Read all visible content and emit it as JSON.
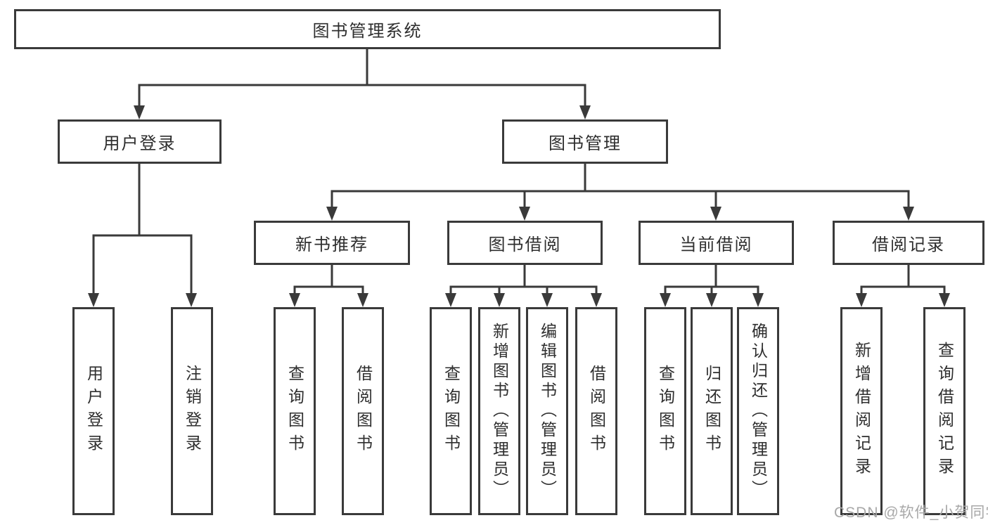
{
  "tree": {
    "label": "图书管理系统",
    "children": [
      {
        "label": "用户登录",
        "children": [
          {
            "label": "用户登录"
          },
          {
            "label": "注销登录"
          }
        ]
      },
      {
        "label": "图书管理",
        "children": [
          {
            "label": "新书推荐",
            "children": [
              {
                "label": "查询图书"
              },
              {
                "label": "借阅图书"
              }
            ]
          },
          {
            "label": "图书借阅",
            "children": [
              {
                "label": "查询图书"
              },
              {
                "label": "新增图书（管理员）"
              },
              {
                "label": "编辑图书（管理员）"
              },
              {
                "label": "借阅图书"
              }
            ]
          },
          {
            "label": "当前借阅",
            "children": [
              {
                "label": "查询图书"
              },
              {
                "label": "归还图书"
              },
              {
                "label": "确认归还（管理员）"
              }
            ]
          },
          {
            "label": "借阅记录",
            "children": [
              {
                "label": "新增借阅记录"
              },
              {
                "label": "查询借阅记录"
              }
            ]
          }
        ]
      }
    ]
  },
  "watermark": "CSDN @软件_小贺同学",
  "colors": {
    "line": "#3a3a3a",
    "text": "#2e2e2e",
    "watermark": "#a8a8a8",
    "background": "#ffffff",
    "boxfill": "#ffffff"
  }
}
